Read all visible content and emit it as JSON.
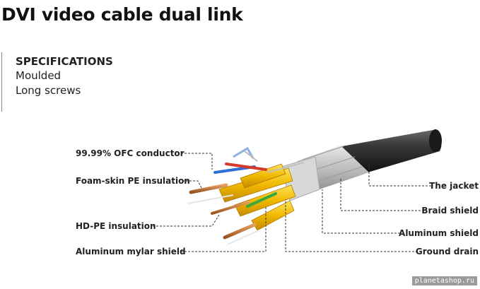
{
  "title": "DVI video cable dual link",
  "specs": {
    "heading": "SPECIFICATIONS",
    "items": [
      "Moulded",
      "Long screws"
    ]
  },
  "labels_left": [
    "99.99% OFC conductor",
    "Foam-skin PE insulation",
    "HD-PE insulation",
    "Aluminum mylar shield"
  ],
  "labels_right": [
    "The jacket",
    "Braid shield",
    "Aluminum shield",
    "Ground drain"
  ],
  "watermark": "planetashop.ru",
  "colors": {
    "jacket": "#2b2b2b",
    "braid": "#c8c8c8",
    "foil": "#e8b400",
    "copper": "#c87838",
    "blue_wire": "#2f6fd6",
    "red_wire": "#d63a2a",
    "green_wire": "#3aa83a",
    "leader": "#333333"
  }
}
